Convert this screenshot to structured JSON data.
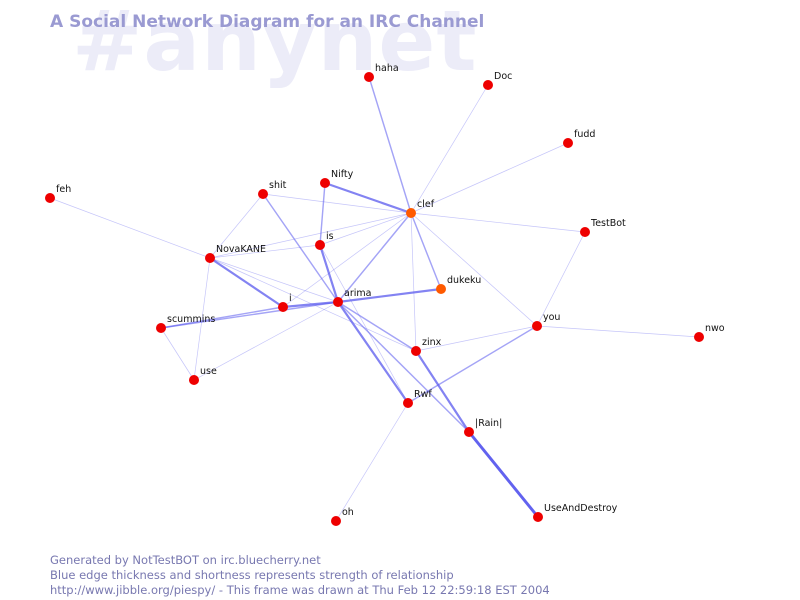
{
  "watermark": "#anynet",
  "title": "A Social Network Diagram for an IRC Channel",
  "footer": {
    "line1": "Generated by NotTestBOT on irc.bluecherry.net",
    "line2": "Blue edge thickness and shortness represents strength of relationship",
    "line3": "http://www.jibble.org/piespy/ - This frame was drawn at Thu Feb 12 22:59:18 EST 2004"
  },
  "colors": {
    "node": "#ee0000",
    "node_active": "#ff5a00",
    "edge": "#5a5aee",
    "title": "#9a9ad2",
    "watermark": "#ececf8",
    "footer": "#7878b0"
  },
  "nodes": [
    {
      "id": "haha",
      "label": "haha"
    },
    {
      "id": "Doc",
      "label": "Doc"
    },
    {
      "id": "fudd",
      "label": "fudd"
    },
    {
      "id": "Nifty",
      "label": "Nifty"
    },
    {
      "id": "shit",
      "label": "shit"
    },
    {
      "id": "clef",
      "label": "clef",
      "active": true
    },
    {
      "id": "feh",
      "label": "feh"
    },
    {
      "id": "TestBot",
      "label": "TestBot"
    },
    {
      "id": "is",
      "label": "is"
    },
    {
      "id": "NovaKANE",
      "label": "NovaKANE"
    },
    {
      "id": "dukeku",
      "label": "dukeku",
      "active": true
    },
    {
      "id": "i",
      "label": "i"
    },
    {
      "id": "arima",
      "label": "arima"
    },
    {
      "id": "you",
      "label": "you"
    },
    {
      "id": "scummins",
      "label": "scummins"
    },
    {
      "id": "nwo",
      "label": "nwo"
    },
    {
      "id": "zinx",
      "label": "zinx"
    },
    {
      "id": "use",
      "label": "use"
    },
    {
      "id": "Rwf",
      "label": "Rwf"
    },
    {
      "id": "|Rain|",
      "label": "|Rain|"
    },
    {
      "id": "oh",
      "label": "oh"
    },
    {
      "id": "UseAndDestroy",
      "label": "UseAndDestroy"
    }
  ],
  "edges": [
    {
      "source": "haha",
      "target": "clef",
      "weight": 2
    },
    {
      "source": "Doc",
      "target": "clef",
      "weight": 1
    },
    {
      "source": "fudd",
      "target": "clef",
      "weight": 1
    },
    {
      "source": "feh",
      "target": "NovaKANE",
      "weight": 1
    },
    {
      "source": "Nifty",
      "target": "clef",
      "weight": 3
    },
    {
      "source": "Nifty",
      "target": "is",
      "weight": 2
    },
    {
      "source": "shit",
      "target": "clef",
      "weight": 1
    },
    {
      "source": "shit",
      "target": "arima",
      "weight": 2
    },
    {
      "source": "shit",
      "target": "NovaKANE",
      "weight": 1
    },
    {
      "source": "clef",
      "target": "TestBot",
      "weight": 1
    },
    {
      "source": "clef",
      "target": "NovaKANE",
      "weight": 1
    },
    {
      "source": "clef",
      "target": "is",
      "weight": 1
    },
    {
      "source": "clef",
      "target": "arima",
      "weight": 2
    },
    {
      "source": "clef",
      "target": "dukeku",
      "weight": 2
    },
    {
      "source": "clef",
      "target": "i",
      "weight": 1
    },
    {
      "source": "clef",
      "target": "zinx",
      "weight": 1
    },
    {
      "source": "clef",
      "target": "you",
      "weight": 1
    },
    {
      "source": "is",
      "target": "NovaKANE",
      "weight": 1
    },
    {
      "source": "is",
      "target": "arima",
      "weight": 3
    },
    {
      "source": "is",
      "target": "Rwf",
      "weight": 1
    },
    {
      "source": "NovaKANE",
      "target": "arima",
      "weight": 1
    },
    {
      "source": "NovaKANE",
      "target": "i",
      "weight": 3
    },
    {
      "source": "NovaKANE",
      "target": "use",
      "weight": 1
    },
    {
      "source": "NovaKANE",
      "target": "zinx",
      "weight": 1
    },
    {
      "source": "i",
      "target": "arima",
      "weight": 3
    },
    {
      "source": "i",
      "target": "scummins",
      "weight": 2
    },
    {
      "source": "arima",
      "target": "dukeku",
      "weight": 3
    },
    {
      "source": "arima",
      "target": "scummins",
      "weight": 2
    },
    {
      "source": "arima",
      "target": "use",
      "weight": 1
    },
    {
      "source": "arima",
      "target": "zinx",
      "weight": 2
    },
    {
      "source": "arima",
      "target": "Rwf",
      "weight": 3
    },
    {
      "source": "arima",
      "target": "|Rain|",
      "weight": 2
    },
    {
      "source": "you",
      "target": "TestBot",
      "weight": 1
    },
    {
      "source": "you",
      "target": "nwo",
      "weight": 1
    },
    {
      "source": "you",
      "target": "zinx",
      "weight": 1
    },
    {
      "source": "you",
      "target": "Rwf",
      "weight": 2
    },
    {
      "source": "scummins",
      "target": "use",
      "weight": 1
    },
    {
      "source": "zinx",
      "target": "|Rain|",
      "weight": 3
    },
    {
      "source": "Rwf",
      "target": "oh",
      "weight": 1
    },
    {
      "source": "|Rain|",
      "target": "UseAndDestroy",
      "weight": 4
    }
  ]
}
